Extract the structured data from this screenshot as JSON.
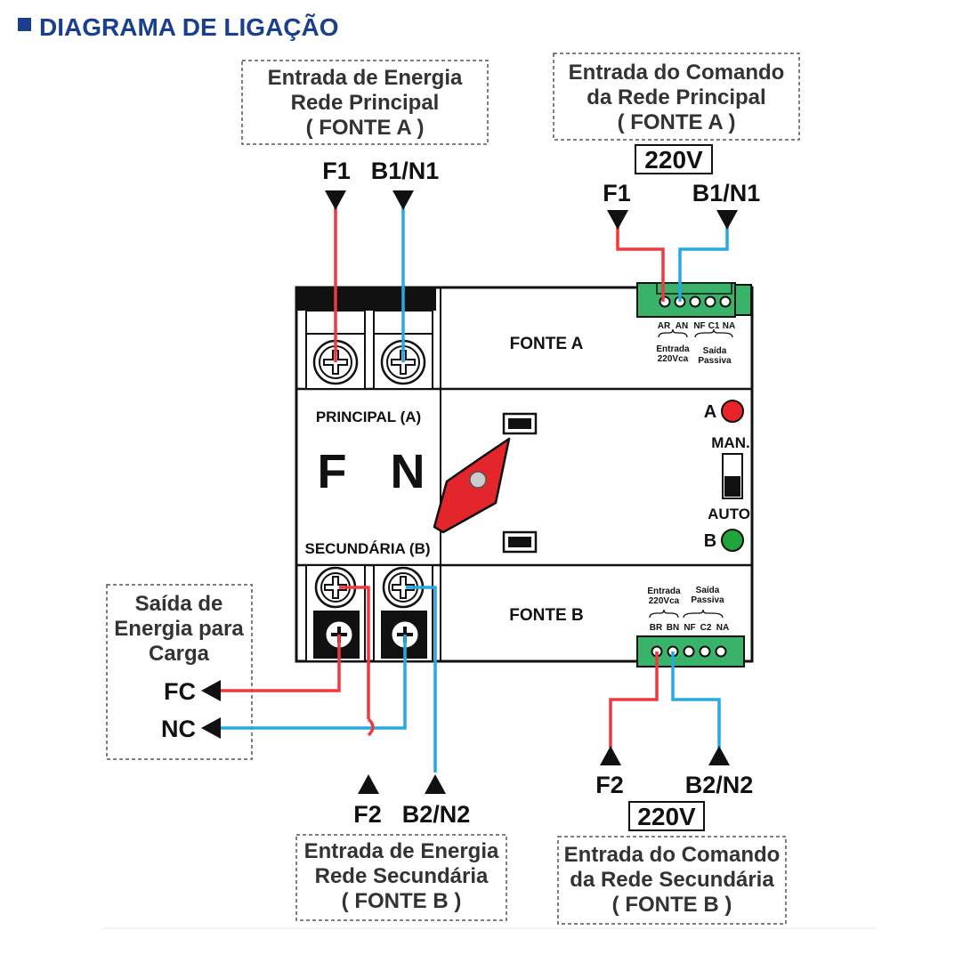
{
  "title": "DIAGRAMA DE LIGAÇÃO",
  "colors": {
    "title": "#1b3f8f",
    "live_wire": "#f0383f",
    "neutral_wire": "#27a9e1",
    "terminal_green": "#3ab36a",
    "led_a": "#e8242a",
    "led_b": "#1fa53c",
    "lever": "#e3262b"
  },
  "boxes": {
    "energy_a": [
      "Entrada de Energia",
      "Rede Principal",
      "( FONTE A )"
    ],
    "command_a": [
      "Entrada do Comando",
      "da Rede Principal",
      "( FONTE A )"
    ],
    "load": [
      "Saída de",
      "Energia para",
      "Carga"
    ],
    "energy_b": [
      "Entrada de Energia",
      "Rede Secundária",
      "( FONTE B )"
    ],
    "command_b": [
      "Entrada do Comando",
      "da Rede Secundária",
      "( FONTE B )"
    ]
  },
  "wires": {
    "a_main_f": "F1",
    "a_main_n": "B1/N1",
    "a_cmd_f": "F1",
    "a_cmd_n": "B1/N1",
    "b_main_f": "F2",
    "b_main_n": "B2/N2",
    "b_cmd_f": "F2",
    "b_cmd_n": "B2/N2",
    "load_f": "FC",
    "load_n": "NC"
  },
  "voltage": {
    "a": "220V",
    "b": "220V"
  },
  "device": {
    "fonte_a": "FONTE A",
    "fonte_b": "FONTE B",
    "principal": "PRINCIPAL (A)",
    "secundaria": "SECUNDÁRIA (B)",
    "big_f": "F",
    "big_n": "N",
    "led_a_label": "A",
    "led_b_label": "B",
    "man_label": "MAN.",
    "auto_label": "AUTO"
  },
  "terminal_a": {
    "pins": [
      "AR",
      "AN",
      "NF",
      "C1",
      "NA"
    ],
    "entrada": [
      "Entrada",
      "220Vca"
    ],
    "saida": [
      "Saída",
      "Passiva"
    ]
  },
  "terminal_b": {
    "pins": [
      "BR",
      "BN",
      "NF",
      "C2",
      "NA"
    ],
    "entrada": [
      "Entrada",
      "220Vca"
    ],
    "saida": [
      "Saída",
      "Passiva"
    ]
  }
}
